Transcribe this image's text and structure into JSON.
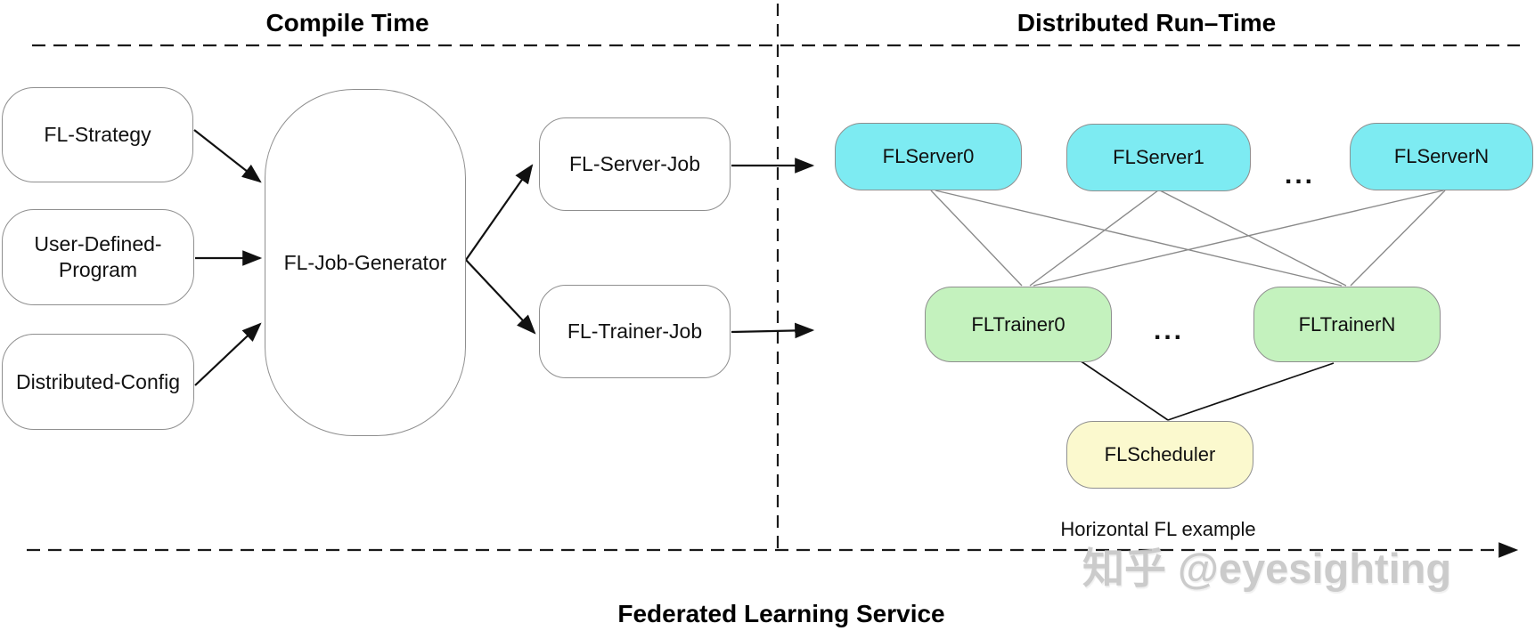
{
  "sections": {
    "compile_time": "Compile Time",
    "runtime": "Distributed Run–Time"
  },
  "nodes": {
    "fl_strategy": {
      "label": "FL-Strategy"
    },
    "user_defined_program": {
      "label": "User-Defined-\nProgram"
    },
    "distributed_config": {
      "label": "Distributed-Config"
    },
    "fl_job_generator": {
      "label": "FL-Job-Generator"
    },
    "fl_server_job": {
      "label": "FL-Server-Job"
    },
    "fl_trainer_job": {
      "label": "FL-Trainer-Job"
    },
    "fl_server_0": {
      "label": "FLServer0"
    },
    "fl_server_1": {
      "label": "FLServer1"
    },
    "fl_server_n": {
      "label": "FLServerN"
    },
    "fl_trainer_0": {
      "label": "FLTrainer0"
    },
    "fl_trainer_n": {
      "label": "FLTrainerN"
    },
    "fl_scheduler": {
      "label": "FLScheduler"
    }
  },
  "ellipsis": {
    "servers": "...",
    "trainers": "..."
  },
  "captions": {
    "example": "Horizontal FL example",
    "title": "Federated Learning Service"
  },
  "watermark": "知乎 @eyesighting",
  "colors": {
    "server": "#7DEBF2",
    "trainer": "#C4F2BE",
    "scheduler": "#FBF9CE",
    "plain": "#FFFFFF"
  }
}
